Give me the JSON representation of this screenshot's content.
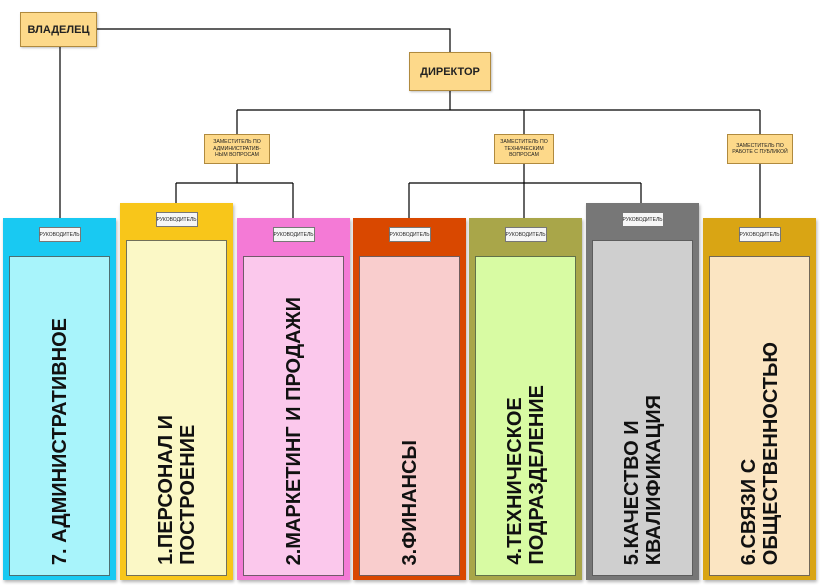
{
  "owner": {
    "label": "ВЛАДЕЛЕЦ"
  },
  "director": {
    "label": "ДИРЕКТОР"
  },
  "deputies": [
    {
      "label": "ЗАМЕСТИТЕЛЬ ПО АДМИНИСТРАТИВ-НЫМ ВОПРОСАМ"
    },
    {
      "label": "ЗАМЕСТИТЕЛЬ ПО ТЕХНИЧЕСКИМ ВОПРОСАМ"
    },
    {
      "label": "ЗАМЕСТИТЕЛЬ ПО РАБОТЕ С ПУБЛИКОЙ"
    }
  ],
  "head_label": "РУКОВОДИТЕЛЬ",
  "departments": [
    {
      "name": "7. АДМИНИСТРАТИВНОЕ",
      "outer_color": "#19c9f2",
      "inner_color": "#a8f4fb"
    },
    {
      "name": "1.ПЕРСОНАЛ И\nПОСТРОЕНИЕ",
      "outer_color": "#f8c61a",
      "inner_color": "#fbf8c6"
    },
    {
      "name": "2.МАРКЕТИНГ И ПРОДАЖИ",
      "outer_color": "#f47ad6",
      "inner_color": "#fbc8ec"
    },
    {
      "name": "3.ФИНАНСЫ",
      "outer_color": "#d94800",
      "inner_color": "#f9cdcd"
    },
    {
      "name": "4.ТЕХНИЧЕСКОЕ\nПОДРАЗДЕЛЕНИЕ",
      "outer_color": "#a9a649",
      "inner_color": "#d8fba3"
    },
    {
      "name": "5.КАЧЕСТВО И\nКВАЛИФИКАЦИЯ",
      "outer_color": "#777777",
      "inner_color": "#cfcfcf"
    },
    {
      "name": "6.СВЯЗИ С\nОБЩЕСТВЕННОСТЬЮ",
      "outer_color": "#d9a514",
      "inner_color": "#fbe5c2"
    }
  ]
}
